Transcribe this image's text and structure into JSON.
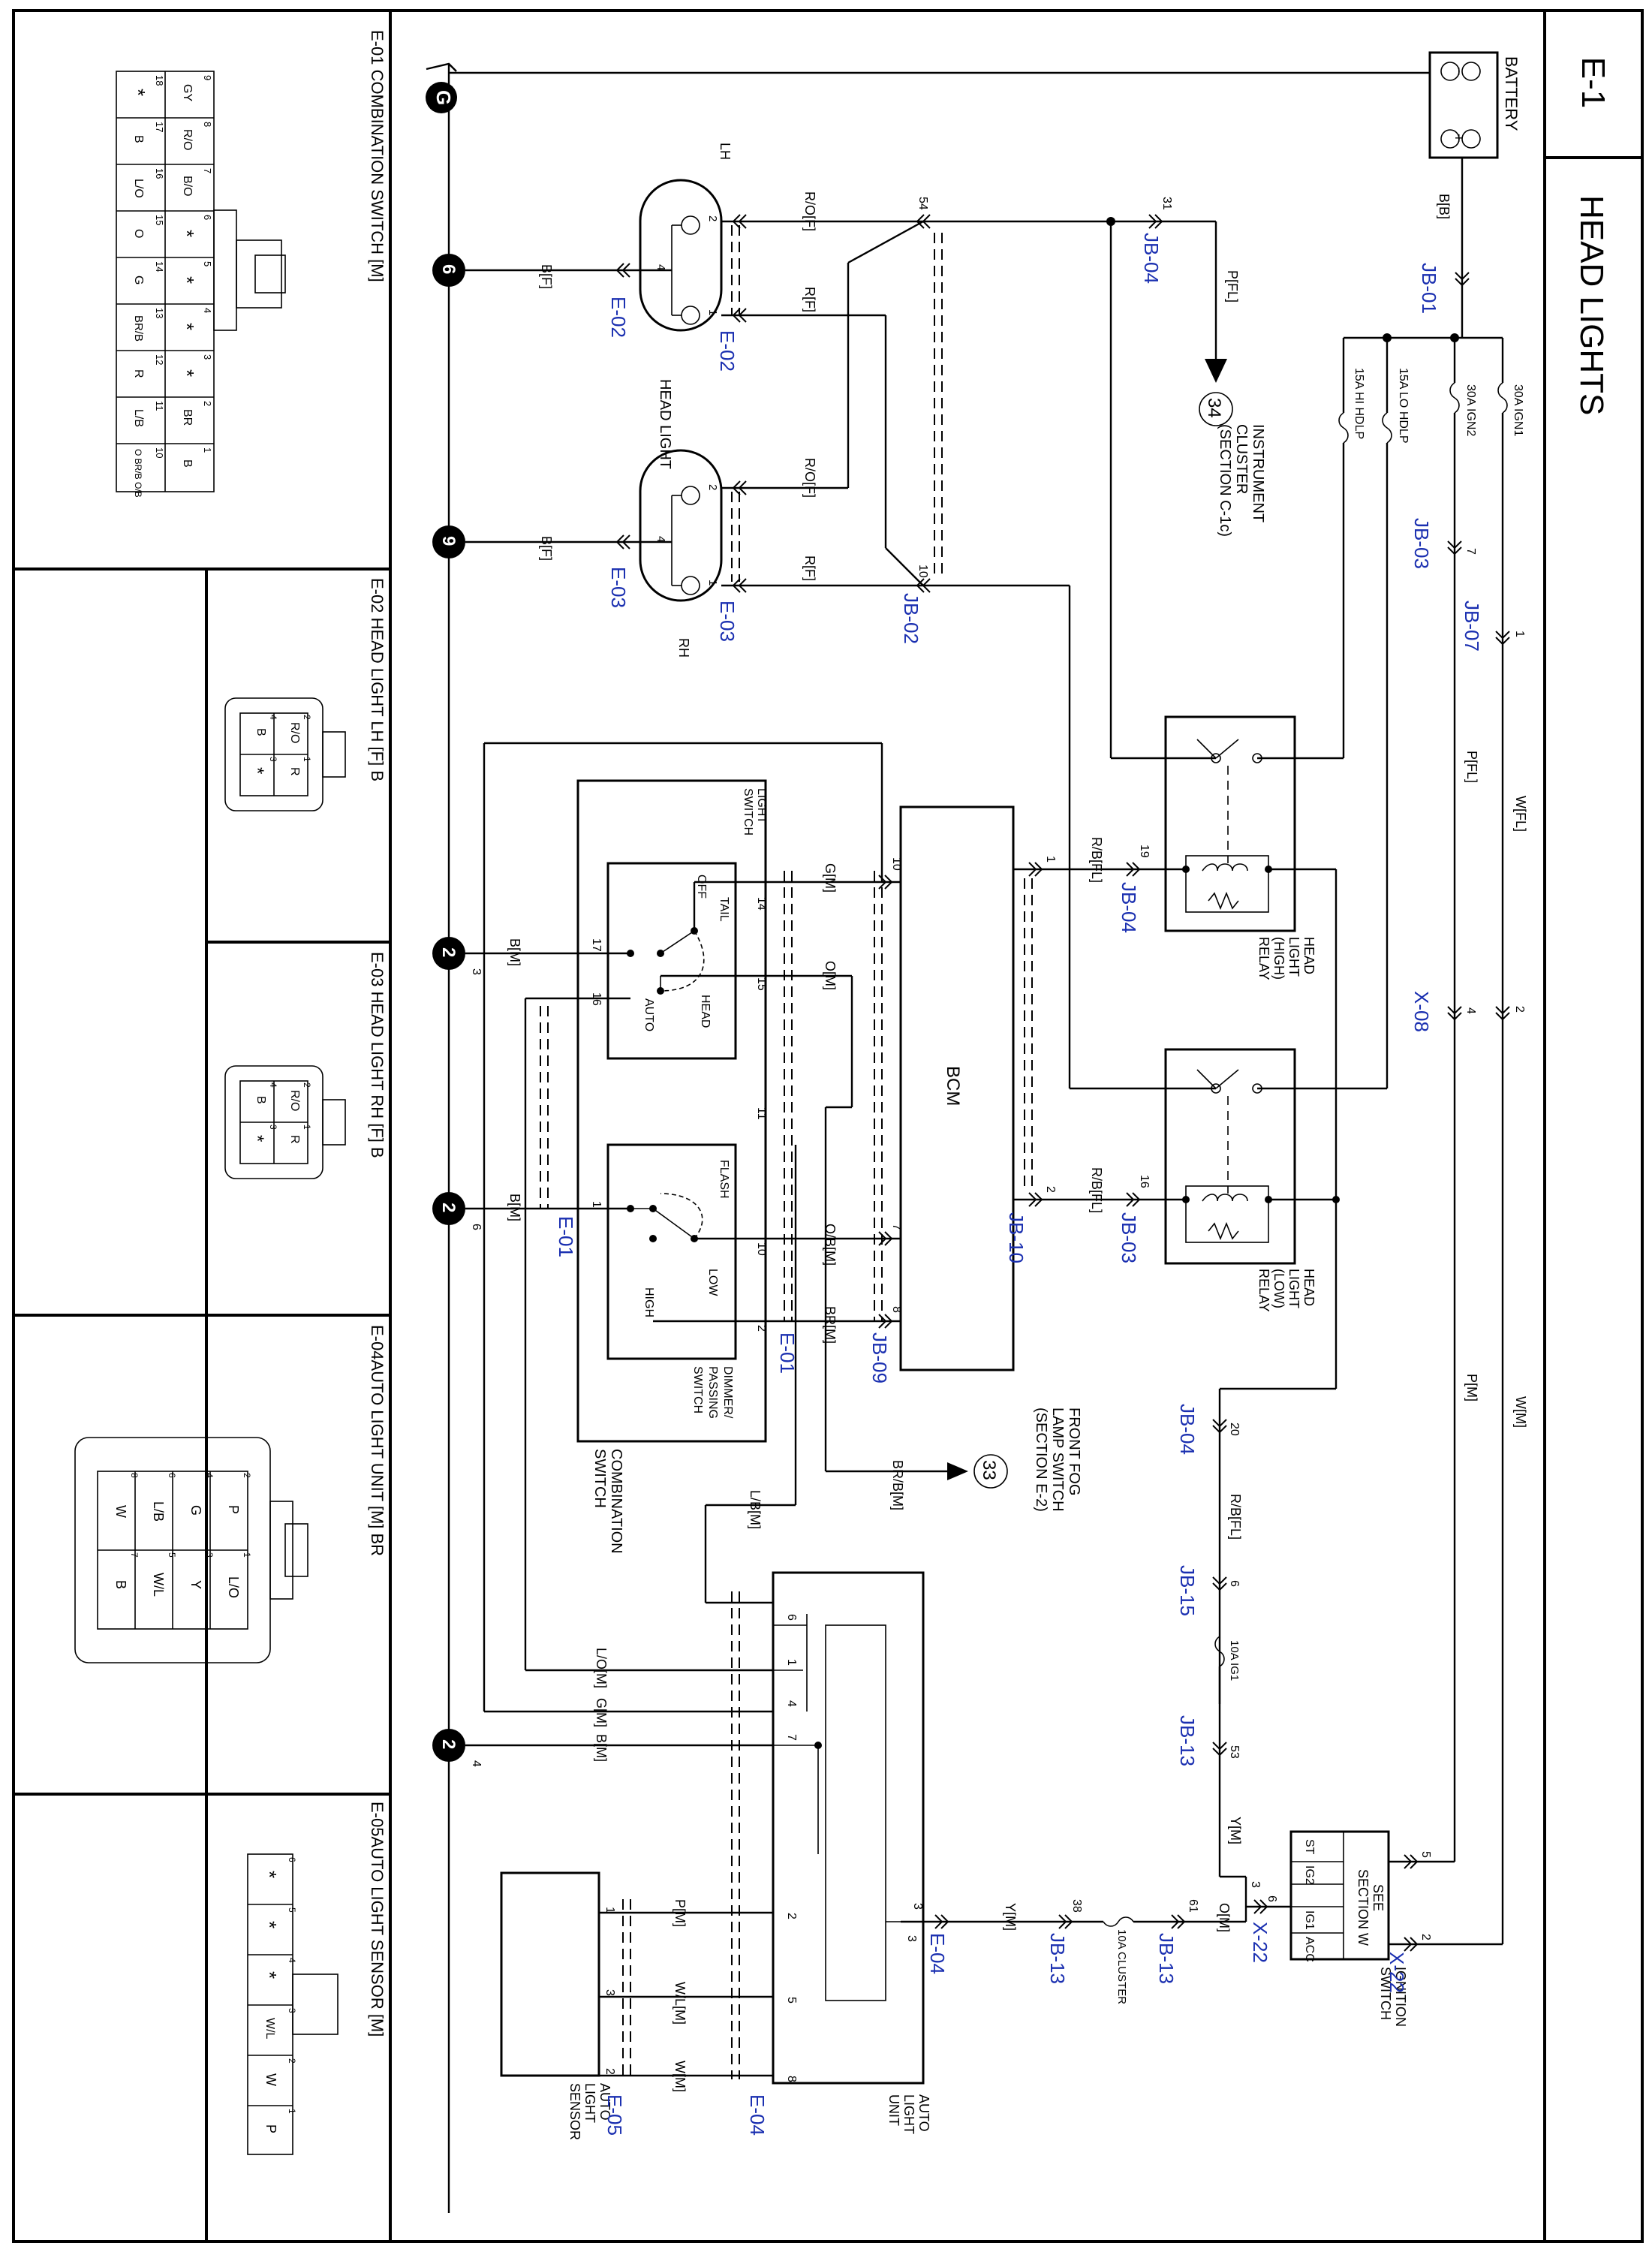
{
  "header": {
    "code": "E-1",
    "title": "HEAD LIGHTS"
  },
  "components": {
    "battery": "BATTERY",
    "fuse_ign1": "30A IGN1",
    "fuse_ign2": "30A IGN2",
    "fuse_lo": "15A LO HDLP",
    "fuse_hi": "15A HI HDLP",
    "fuse_10a_ig1": "10A IG1",
    "fuse_10a_cluster": "10A CLUSTER",
    "head_light": "HEAD LIGHT",
    "lh": "LH",
    "rh": "RH",
    "instrument_cluster": [
      "INSTRUMENT",
      "CLUSTER",
      "(SECTION C-1c)"
    ],
    "relay_high": [
      "HEAD",
      "LIGHT",
      "(HIGH)",
      "RELAY"
    ],
    "relay_low": [
      "HEAD",
      "LIGHT",
      "(LOW)",
      "RELAY"
    ],
    "bcm": "BCM",
    "light_switch": [
      "LIGHT",
      "SWITCH"
    ],
    "switch_tail": "TAIL",
    "switch_off": "OFF",
    "switch_head": "HEAD",
    "switch_auto": "AUTO",
    "switch_flash": "FLASH",
    "switch_low": "LOW",
    "switch_high": "HIGH",
    "dimmer": [
      "DIMMER/",
      "PASSING",
      "SWITCH"
    ],
    "combination_switch": [
      "COMBINATION",
      "SWITCH"
    ],
    "front_fog": [
      "FRONT FOG",
      "LAMP SWITCH",
      "(SECTION E-2)"
    ],
    "auto_light_unit": [
      "AUTO",
      "LIGHT",
      "UNIT"
    ],
    "auto_light_sensor": [
      "AUTO",
      "LIGHT",
      "SENSOR"
    ],
    "ignition_switch": [
      "IGNITION",
      "SWITCH"
    ],
    "see_section": [
      "SEE",
      "SECTION W"
    ],
    "ign_pins": [
      "ST",
      "IG2",
      "IG1",
      "ACC"
    ],
    "ref34": "34",
    "ref33": "33",
    "ground_label": "G"
  },
  "wires": {
    "bb": "B[B]",
    "pfl": "P[FL]",
    "wfl": "W[FL]",
    "pm": "P[M]",
    "wm": "W[M]",
    "rof": "R/O[F]",
    "rf": "R[F]",
    "bf": "B[F]",
    "rbfl": "R/B[FL]",
    "gm": "G[M]",
    "om": "O[M]",
    "obm": "O/B[M]",
    "brm": "BR[M]",
    "bm": "B[M]",
    "brbm": "BR/B[M]",
    "lbm": "L/B[M]",
    "lom": "L/O[M]",
    "ym": "Y[M]",
    "wlm": "W/L[M]"
  },
  "connectors": {
    "jb01": "JB-01",
    "jb03": "JB-03",
    "jb07": "JB-07",
    "jb04": "JB-04",
    "jb02": "JB-02",
    "jb09": "JB-09",
    "jb10": "JB-10",
    "jb13": "JB-13",
    "jb15": "JB-15",
    "x08": "X-08",
    "x22": "X-22",
    "e01": "E-01",
    "e02": "E-02",
    "e03": "E-03",
    "e04": "E-04",
    "e05": "E-05"
  },
  "pins": {
    "p1": "1",
    "p2": "2",
    "p3": "3",
    "p4": "4",
    "p5": "5",
    "p6": "6",
    "p7": "7",
    "p8": "8",
    "p9": "9",
    "p10": "10",
    "p11": "11",
    "p14": "14",
    "p15": "15",
    "p16": "16",
    "p17": "17",
    "p19": "19",
    "p20": "20",
    "p31": "31",
    "p38": "38",
    "p53": "53",
    "p54": "54",
    "p61": "61"
  },
  "grounds": [
    "6",
    "9",
    "2",
    "2",
    "2"
  ],
  "ground_pins": [
    "3",
    "6",
    "4"
  ],
  "panels": {
    "e01": {
      "title": "E-01 COMBINATION SWITCH [M]",
      "top_nums": [
        "9",
        "8",
        "7",
        "6",
        "5",
        "4",
        "3",
        "2",
        "1"
      ],
      "top": [
        "GY",
        "R/O",
        "B/O",
        "*",
        "*",
        "*",
        "*",
        "BR",
        "B"
      ],
      "bot_nums": [
        "18",
        "17",
        "16",
        "15",
        "14",
        "13",
        "12",
        "11",
        "10"
      ],
      "bot": [
        "*",
        "B",
        "L/O",
        "O",
        "G",
        "BR/B",
        "R",
        "L/B",
        "O BR/B O/B"
      ]
    },
    "e02": {
      "title": "E-02 HEAD LIGHT LH [F] B",
      "cells": [
        "R/O",
        "R",
        "B",
        "*"
      ],
      "nums": [
        "2",
        "1",
        "4",
        "3"
      ]
    },
    "e03": {
      "title": "E-03 HEAD LIGHT RH [F] B",
      "cells": [
        "R/O",
        "R",
        "B",
        "*"
      ],
      "nums": [
        "2",
        "1",
        "4",
        "3"
      ]
    },
    "e04": {
      "title": "E-04AUTO LIGHT UNIT [M] BR",
      "row1": [
        "P",
        "L/O"
      ],
      "row1n": [
        "2",
        "1"
      ],
      "row2": [
        "G",
        "Y"
      ],
      "row2n": [
        "4",
        "3"
      ],
      "row3": [
        "L/B",
        "W/L"
      ],
      "row3n": [
        "6",
        "5"
      ],
      "row4": [
        "W",
        "B"
      ],
      "row4n": [
        "8",
        "7"
      ]
    },
    "e05": {
      "title": "E-05AUTO LIGHT SENSOR [M]",
      "cells": [
        "*",
        "*",
        "*",
        "W/L",
        "W",
        "P"
      ],
      "nums": [
        "6",
        "5",
        "4",
        "3",
        "2",
        "1"
      ]
    }
  }
}
